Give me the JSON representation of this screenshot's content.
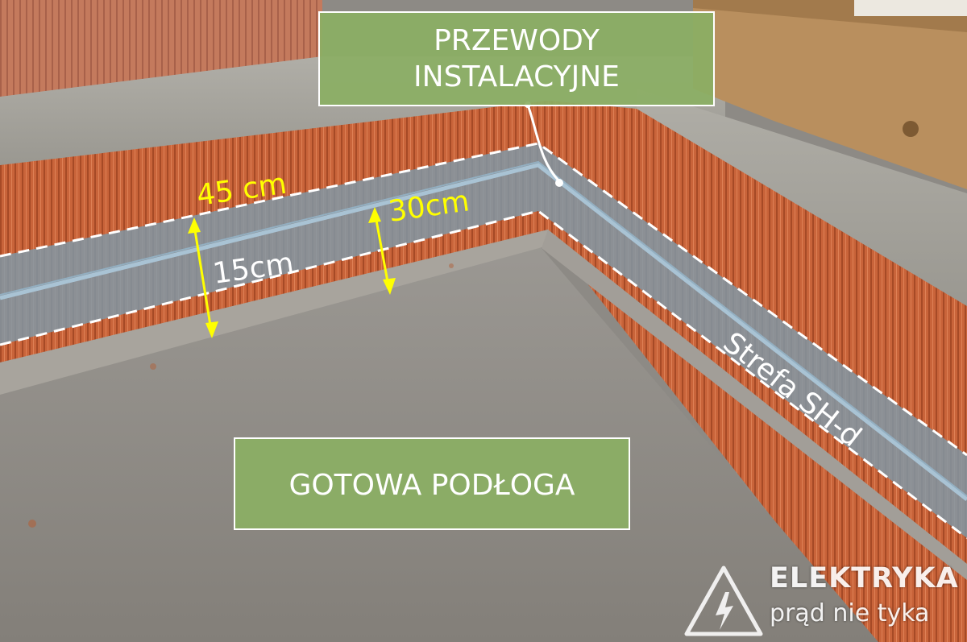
{
  "labels": {
    "wiring_line1": "PRZEWODY",
    "wiring_line2": "INSTALACYJNE",
    "floor": "GOTOWA PODŁOGA",
    "zone": "Strefa SH-d"
  },
  "dimensions": {
    "top": "45 cm",
    "middle": "30cm",
    "bottom": "15cm"
  },
  "logo": {
    "title": "ELEKTRYKA",
    "slogan": "prąd nie tyka"
  },
  "colors": {
    "label_box": "#8bae64",
    "dimension_text": "#ffff00",
    "zone_band": "#7f9aaa",
    "brick": "#c65f34",
    "floor": "#8d8a85"
  }
}
